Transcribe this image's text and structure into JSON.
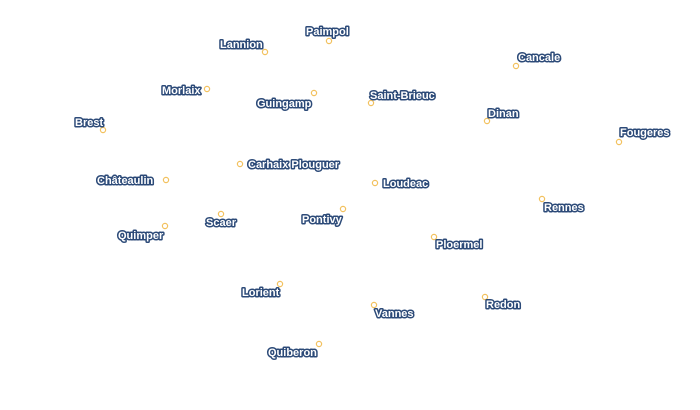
{
  "map": {
    "colors": {
      "marker_stroke": "#f2c15e",
      "marker_fill": "#ffffff",
      "label_text": "#ffffff",
      "label_halo": "#2c4a78",
      "background": "#ffffff"
    },
    "cities": [
      {
        "id": "paimpol",
        "name": "Paimpol"
      },
      {
        "id": "lannion",
        "name": "Lannion"
      },
      {
        "id": "cancale",
        "name": "Cancale"
      },
      {
        "id": "morlaix",
        "name": "Morlaix"
      },
      {
        "id": "guingamp",
        "name": "Guingamp"
      },
      {
        "id": "saint-brieuc",
        "name": "Saint-Brieuc"
      },
      {
        "id": "dinan",
        "name": "Dinan"
      },
      {
        "id": "brest",
        "name": "Brest"
      },
      {
        "id": "fougeres",
        "name": "Fougeres"
      },
      {
        "id": "carhaix-plouguer",
        "name": "Carhaix Plouguer"
      },
      {
        "id": "chateaulin",
        "name": "Châteaulin"
      },
      {
        "id": "loudeac",
        "name": "Loudeac"
      },
      {
        "id": "rennes",
        "name": "Rennes"
      },
      {
        "id": "scaer",
        "name": "Scaer"
      },
      {
        "id": "pontivy",
        "name": "Pontivy"
      },
      {
        "id": "quimper",
        "name": "Quimper"
      },
      {
        "id": "ploermel",
        "name": "Ploermel"
      },
      {
        "id": "lorient",
        "name": "Lorient"
      },
      {
        "id": "redon",
        "name": "Redon"
      },
      {
        "id": "vannes",
        "name": "Vannes"
      },
      {
        "id": "quiberon",
        "name": "Quiberon"
      }
    ]
  }
}
